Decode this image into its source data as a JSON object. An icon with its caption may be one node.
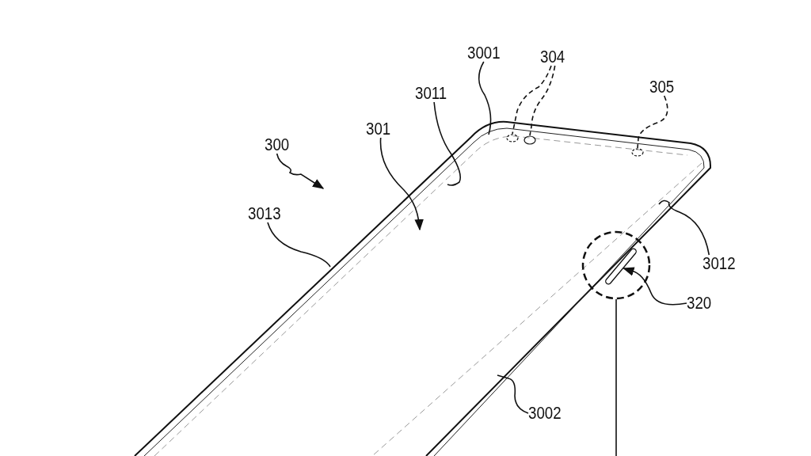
{
  "diagram": {
    "nodes": [
      {
        "text": [
          "300"
        ]
      },
      {
        "text": [
          "301"
        ]
      },
      {
        "text": [
          "3011"
        ]
      },
      {
        "text": [
          "3001"
        ]
      },
      {
        "text": [
          "304"
        ]
      },
      {
        "text": [],
        "shape": "circle"
      },
      {
        "text": [],
        "shape": "circle"
      },
      {
        "text": [
          "305"
        ]
      },
      {
        "text": [],
        "shape": "circle"
      },
      {
        "text": [
          "3012"
        ]
      },
      {
        "text": [
          "320"
        ]
      },
      {
        "text": [],
        "shape": "circle"
      },
      {
        "text": [],
        "shape": "bar",
        "in": 11
      },
      {
        "text": [
          "3013"
        ]
      },
      {
        "text": [
          "3002"
        ]
      }
    ],
    "edges": [
      {
        "from": 0,
        "to": null,
        "arrow": "to"
      },
      {
        "from": 1,
        "to": null,
        "arrow": "to"
      },
      {
        "from": 2,
        "to": null,
        "arrow": "none"
      },
      {
        "from": 3,
        "to": null,
        "arrow": "none"
      },
      {
        "from": 4,
        "to": 5,
        "arrow": "none",
        "style": "dashed"
      },
      {
        "from": 4,
        "to": 6,
        "arrow": "none",
        "style": "dashed"
      },
      {
        "from": 7,
        "to": 8,
        "arrow": "none",
        "style": "dashed"
      },
      {
        "from": 9,
        "to": null,
        "arrow": "none"
      },
      {
        "from": 10,
        "to": 12,
        "arrow": "to"
      },
      {
        "from": 11,
        "to": null,
        "arrow": "none"
      },
      {
        "from": 13,
        "to": null,
        "arrow": "none"
      },
      {
        "from": 14,
        "to": null,
        "arrow": "none"
      }
    ]
  }
}
